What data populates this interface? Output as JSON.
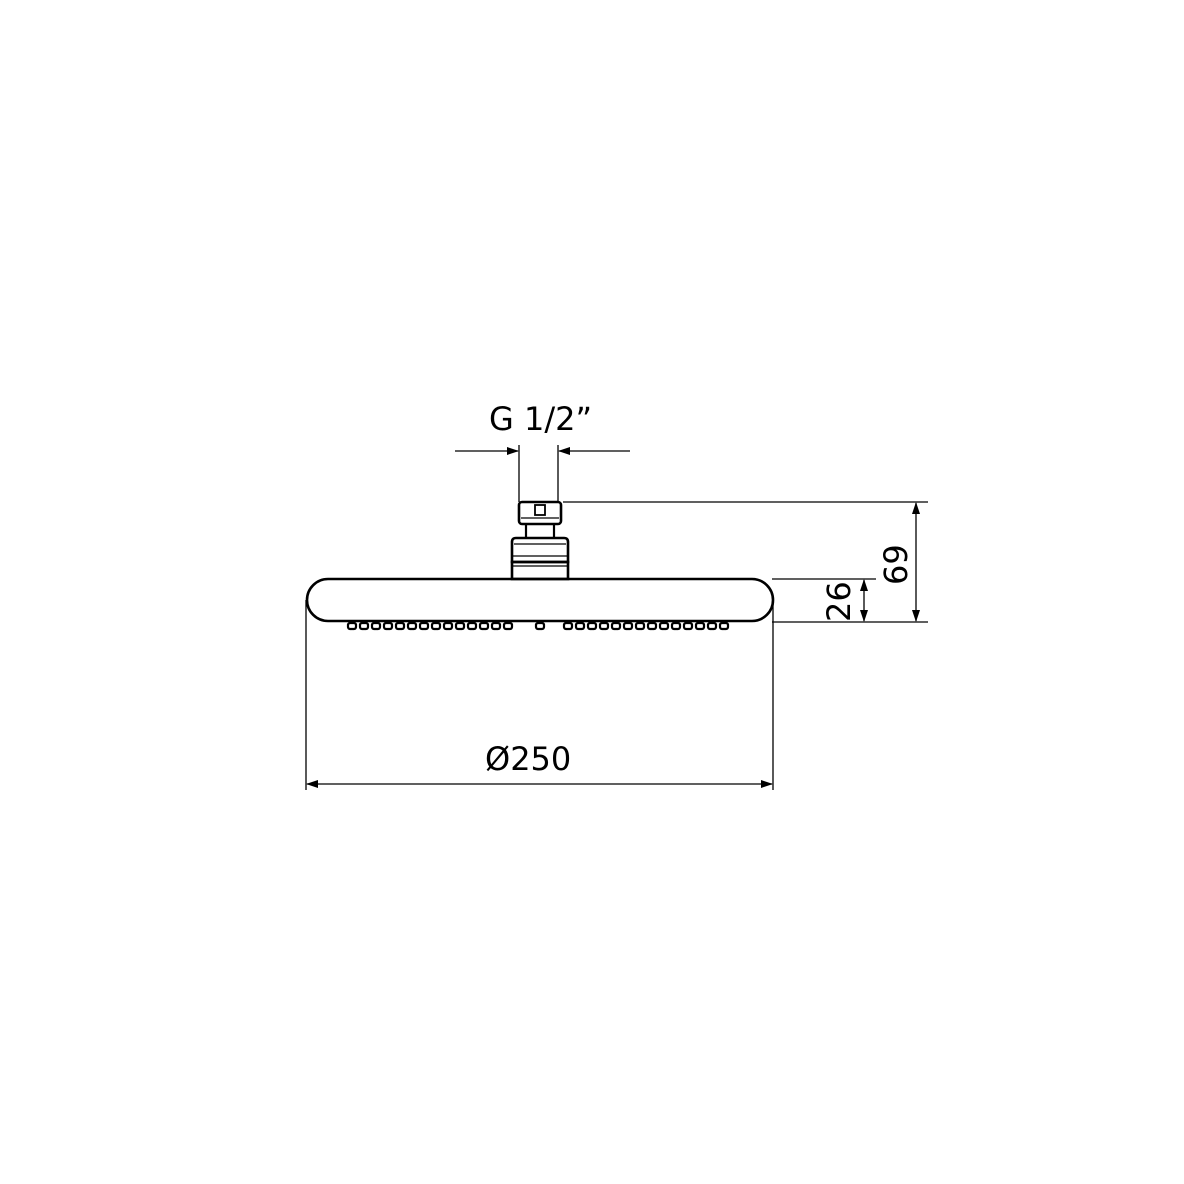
{
  "drawing": {
    "subject": "shower-head",
    "line_color": "#000000",
    "background_color": "#ffffff"
  },
  "dimensions": {
    "thread": "G 1/2”",
    "diameter": "Ø250",
    "total_height": "69",
    "head_height": "26"
  }
}
